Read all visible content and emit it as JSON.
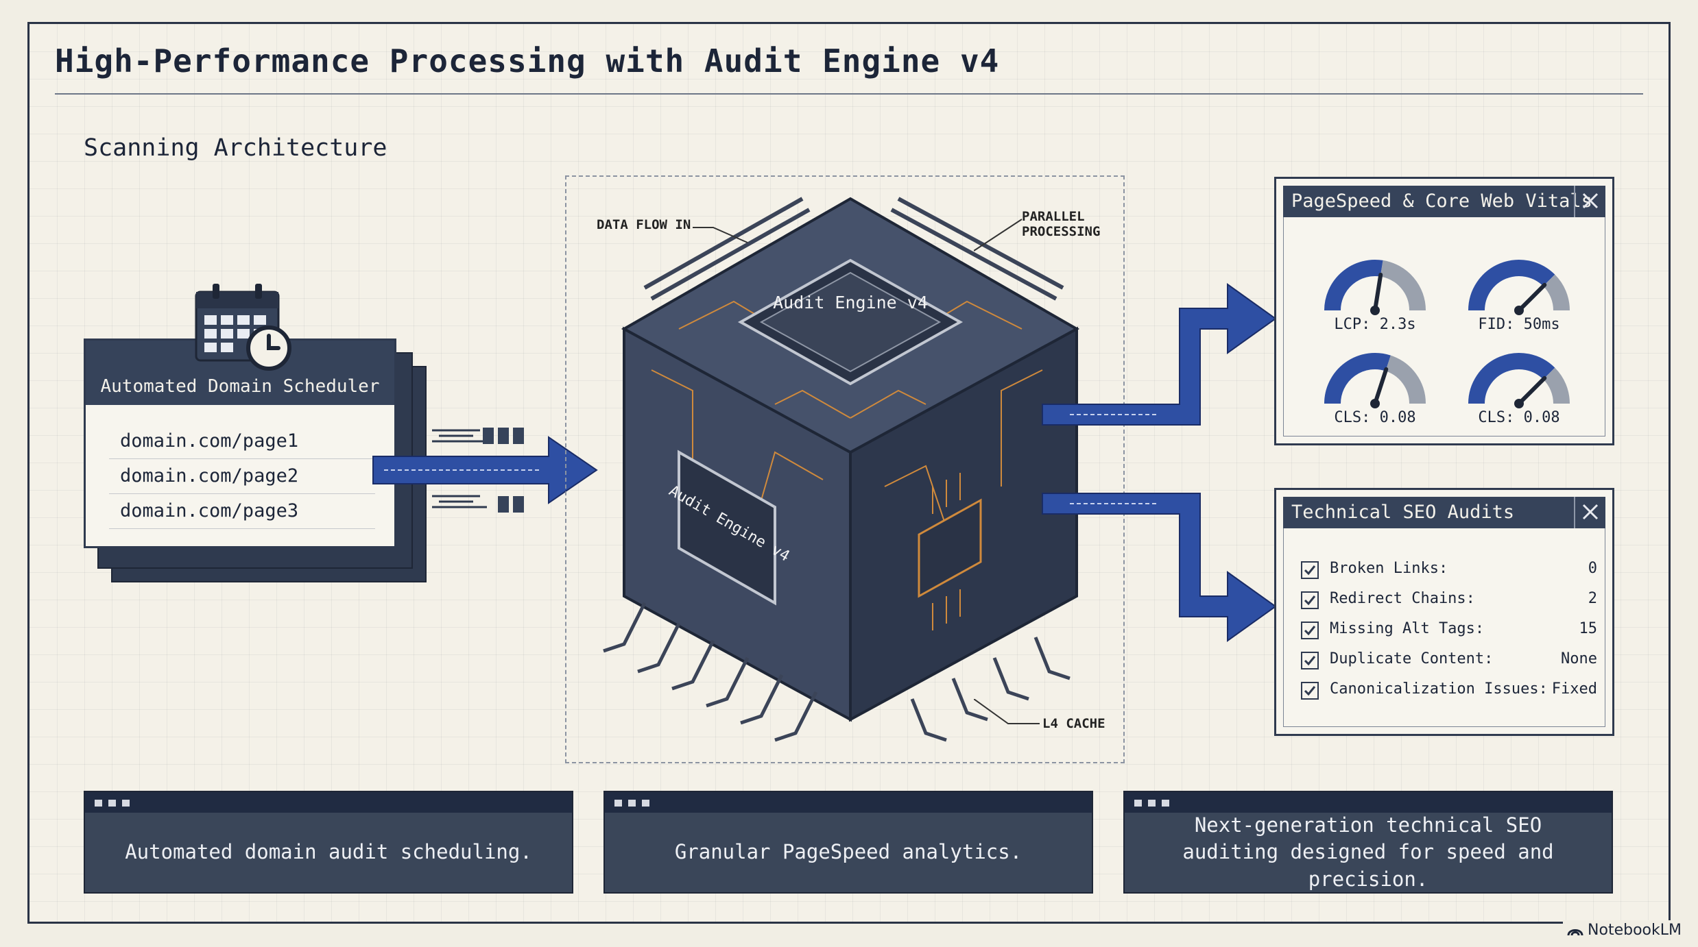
{
  "header": {
    "title": "High-Performance Processing with Audit Engine v4",
    "subtitle": "Scanning Architecture"
  },
  "scheduler": {
    "title": "Automated Domain Scheduler",
    "items": [
      "domain.com/page1",
      "domain.com/page2",
      "domain.com/page3"
    ]
  },
  "engine": {
    "top_label": "Audit Engine v4",
    "side_label": "Audit Engine v4",
    "callouts": {
      "data_flow": "DATA FLOW IN",
      "parallel": "PARALLEL PROCESSING",
      "cache": "L4 CACHE"
    }
  },
  "pagespeed_panel": {
    "title": "PageSpeed & Core Web Vitals",
    "gauges": [
      {
        "label": "LCP: 2.3s",
        "level": 0.55
      },
      {
        "label": "FID: 50ms",
        "level": 0.75
      },
      {
        "label": "CLS: 0.08",
        "level": 0.6
      },
      {
        "label": "CLS: 0.08",
        "level": 0.75
      }
    ]
  },
  "seo_panel": {
    "title": "Technical SEO Audits",
    "rows": [
      {
        "label": "Broken Links:",
        "value": "0"
      },
      {
        "label": "Redirect Chains:",
        "value": "2"
      },
      {
        "label": "Missing Alt Tags:",
        "value": "15"
      },
      {
        "label": "Duplicate Content:",
        "value": "None"
      },
      {
        "label": "Canonicalization Issues:",
        "value": "Fixed"
      }
    ]
  },
  "cards": [
    {
      "text": "Automated domain audit scheduling."
    },
    {
      "text": "Granular PageSpeed analytics."
    },
    {
      "text": "Next-generation technical SEO auditing designed for speed and precision."
    }
  ],
  "brand": {
    "name": "NotebookLM"
  },
  "colors": {
    "navy": "#2f3a4f",
    "header_bar": "#36435a",
    "arrow_blue": "#2e4fa3",
    "accent_orange": "#d08a3c",
    "paper": "#f4f1e8"
  }
}
